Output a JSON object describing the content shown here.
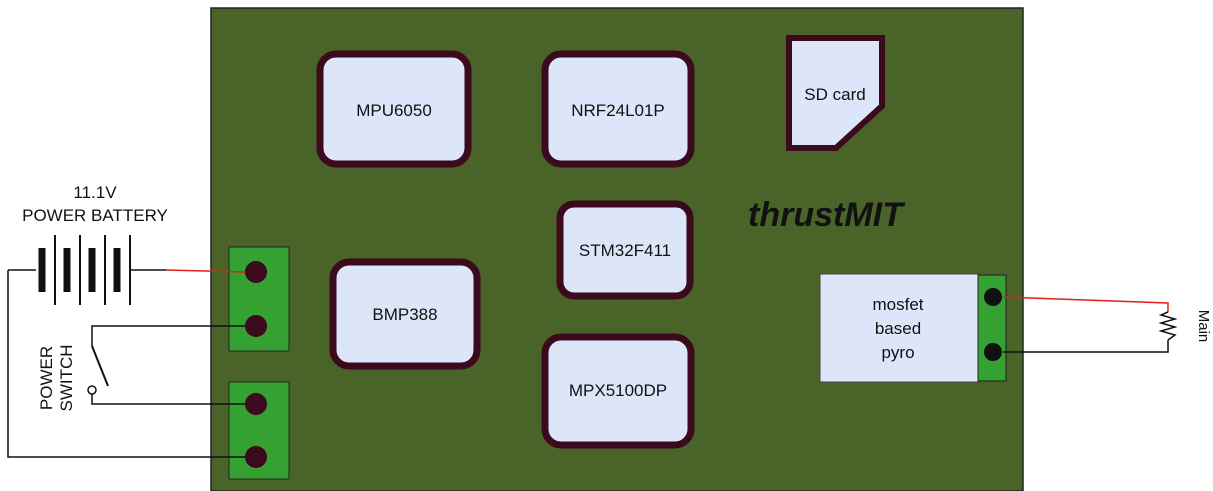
{
  "board": {
    "brand": "thrustMIT"
  },
  "chips": {
    "mpu": "MPU6050",
    "nrf": "NRF24L01P",
    "sd": "SD card",
    "stm": "STM32F411",
    "bmp": "BMP388",
    "mpx": "MPX5100DP"
  },
  "pyro": {
    "line1": "mosfet",
    "line2": "based",
    "line3": "pyro"
  },
  "battery": {
    "voltage": "11.1V",
    "label": "POWER BATTERY"
  },
  "switch": {
    "line1": "POWER",
    "line2": "SWITCH"
  },
  "load": {
    "label": "Main"
  },
  "colors": {
    "board": "#4a6329",
    "chip_fill": "#dde6f8",
    "chip_border": "#3b0a1c",
    "terminal": "#35a132",
    "terminal_hole": "#3b0a1c",
    "positive_wire": "#e0201c",
    "wire": "#111111"
  }
}
